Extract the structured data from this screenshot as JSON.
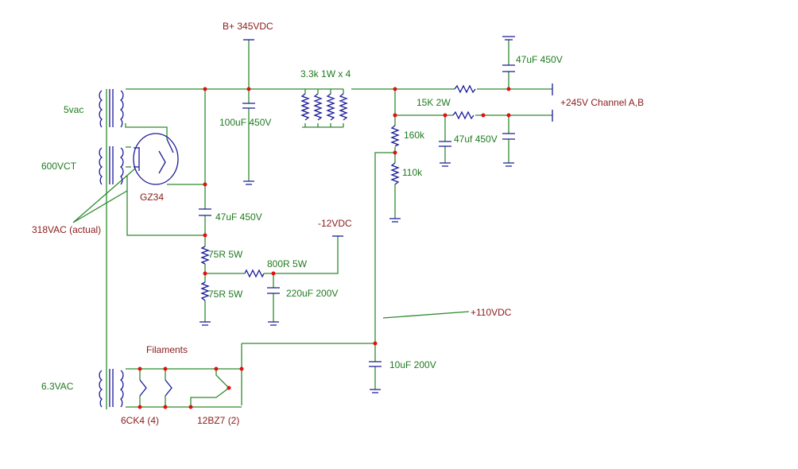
{
  "labels": {
    "b_plus": "B+ 345VDC",
    "res_3k3": "3.3k 1W x 4",
    "cap_47u_top": "47uF 450V",
    "res_15k": "15K 2W",
    "out_245": "+245V Channel A,B",
    "xf_5vac": "5vac",
    "xf_600vct": "600VCT",
    "cap_100u": "100uF 450V",
    "res_160k": "160k",
    "cap_47uf_mid": "47uf 450V",
    "res_110k": "110k",
    "tube_gz34": "GZ34",
    "v318": "318VAC (actual)",
    "cap_47u_neg": "47uF 450V",
    "neg12": "-12VDC",
    "res_75r_a": "75R  5W",
    "res_800r": "800R 5W",
    "res_75r_b": "75R  5W",
    "cap_220u": "220uF 200V",
    "pos110": "+110VDC",
    "filaments": "Filaments",
    "xf_63vac": "6.3VAC",
    "cap_10u": "10uF 200V",
    "tube_6ck4": "6CK4 (4)",
    "tube_12bz7": "12BZ7 (2)"
  },
  "colors": {
    "wire": "#2e8b2e",
    "component": "#1a1a9a",
    "node": "#e01010",
    "label_red": "#8b1a1a",
    "label_green": "#1f7a1f"
  }
}
